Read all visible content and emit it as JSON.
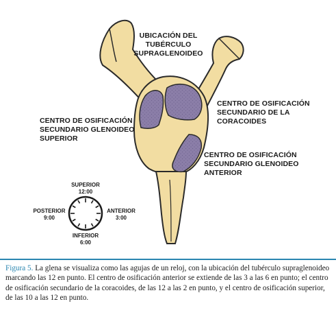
{
  "labels": {
    "supraglenoid": [
      "UBICACIÓN DEL",
      "TUBÉRCULO",
      "SUPRAGLENOIDEO"
    ],
    "coracoid_center": [
      "CENTRO DE OSIFICACIÓN",
      "SECUNDARIO DE LA",
      "CORACOIDES"
    ],
    "superior_center": [
      "CENTRO DE OSIFICACIÓN",
      "SECUNDARIO GLENOIDEO",
      "SUPERIOR"
    ],
    "anterior_center": [
      "CENTRO DE OSIFICACIÓN",
      "SECUNDARIO GLENOIDEO",
      "ANTERIOR"
    ]
  },
  "clock": {
    "superior": [
      "SUPERIOR",
      "12:00"
    ],
    "posterior": [
      "POSTERIOR",
      "9:00"
    ],
    "anterior": [
      "ANTERIOR",
      "3:00"
    ],
    "inferior": [
      "INFERIOR",
      "6:00"
    ]
  },
  "caption": {
    "label": "Figura 5.",
    "text": " La glena se visualiza como las agujas de un reloj, con la ubicación del tubérculo supraglenoideo marcando las 12 en punto. El centro de osificación anterior se extiende de las 3 a las 6 en punto; el centro de osificación secundario de la coracoides, de las 12 a las 2 en punto, y el centro de osificación superior, de las 10 a las 12 en punto."
  },
  "colors": {
    "bone": "#f2dda2",
    "ossification": "#8b7ea8",
    "divider": "#2a86b0",
    "caption_label": "#2a86b0"
  }
}
